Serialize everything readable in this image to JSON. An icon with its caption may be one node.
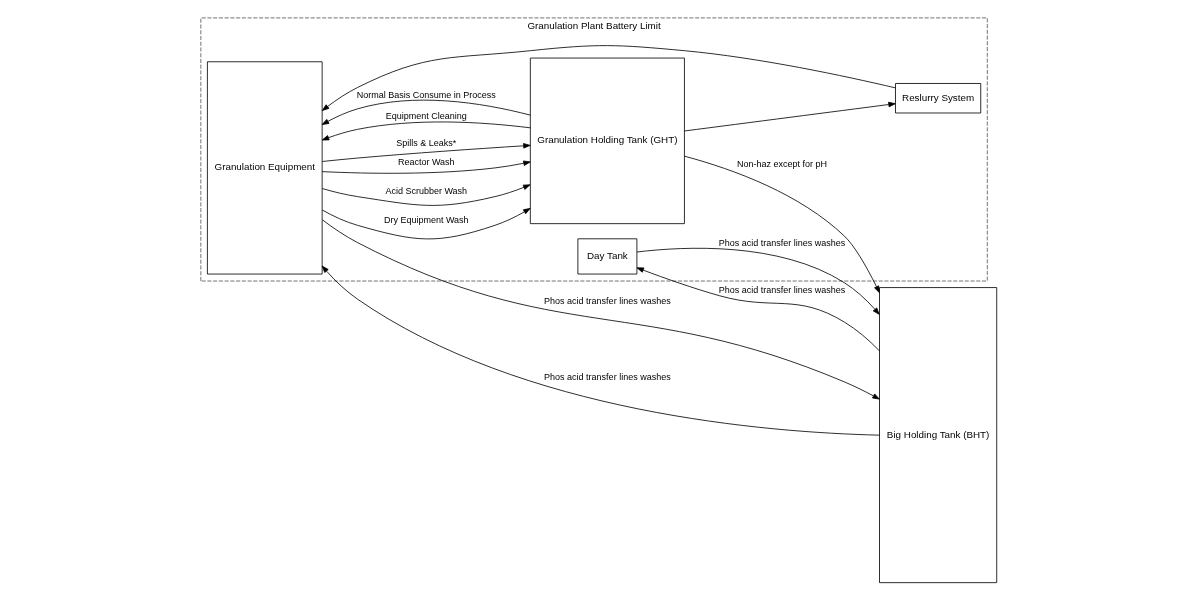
{
  "diagram": {
    "nodes": [
      {
        "text": [
          "Granulation Plant Battery Limit"
        ]
      },
      {
        "text": [
          "Granulation Equipment"
        ],
        "in": 0
      },
      {
        "text": [
          "Reslurry System"
        ],
        "in": 0
      },
      {
        "text": [
          "Granulation Holding Tank (GHT)"
        ],
        "in": 0
      },
      {
        "text": [
          "Day Tank"
        ],
        "in": 0
      },
      {
        "text": [
          "Big Holding Tank (BHT)"
        ]
      }
    ],
    "edges": [
      {
        "from": 3,
        "to": 2,
        "arrow": "to"
      },
      {
        "from": 2,
        "to": 1,
        "arrow": "to"
      },
      {
        "from": 3,
        "to": 1,
        "arrow": "to",
        "label": "Equipment Cleaning"
      },
      {
        "from": 1,
        "to": 3,
        "arrow": "to",
        "label": "Dry Equipment Wash"
      },
      {
        "from": 1,
        "to": 3,
        "arrow": "to",
        "label": "Acid Scrubber Wash"
      },
      {
        "from": 1,
        "to": 3,
        "arrow": "to",
        "label": "Reactor Wash"
      },
      {
        "from": 1,
        "to": 3,
        "arrow": "to",
        "label": "Spills & Leaks*"
      },
      {
        "from": 3,
        "to": 1,
        "arrow": "to",
        "label": "Normal Basis Consume in Process"
      },
      {
        "from": 3,
        "to": 5,
        "arrow": "to",
        "label": "Non-haz except for pH"
      },
      {
        "from": 1,
        "to": 5,
        "arrow": "to",
        "label": "Phos acid transfer lines washes"
      },
      {
        "from": 5,
        "to": 1,
        "arrow": "to",
        "label": "Phos acid transfer lines washes"
      },
      {
        "from": 4,
        "to": 5,
        "arrow": "to",
        "label": "Phos acid transfer lines washes"
      },
      {
        "from": 5,
        "to": 4,
        "arrow": "to",
        "label": "Phos acid transfer lines washes"
      }
    ]
  }
}
